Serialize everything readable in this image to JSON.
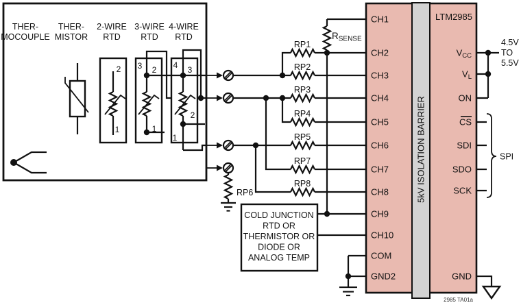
{
  "figure": {
    "caption": "2985 TA01a",
    "colors": {
      "ic_fill": "#e9bab0",
      "barrier_fill": "#d3d3d3",
      "line": "#111111"
    }
  },
  "sensors": {
    "types": [
      [
        "THER-",
        "MOCOUPLE"
      ],
      [
        "THER-",
        "MISTOR"
      ],
      [
        "2-WIRE",
        "RTD"
      ],
      [
        "3-WIRE",
        "RTD"
      ],
      [
        "4-WIRE",
        "RTD"
      ]
    ],
    "two_wire_terms": [
      "2",
      "1"
    ],
    "three_wire_terms": [
      "3",
      "2",
      "1"
    ],
    "four_wire_terms": [
      "4",
      "3",
      "2",
      "1"
    ]
  },
  "resistors": {
    "rp": [
      "RP1",
      "RP2",
      "RP3",
      "RP4",
      "RP5",
      "RP6",
      "RP7",
      "RP8"
    ],
    "rsense": {
      "base": "R",
      "sub": "SENSE"
    }
  },
  "cold_junction": {
    "lines": [
      "COLD JUNCTION",
      "RTD OR",
      "THERMISTOR OR",
      "DIODE OR",
      "ANALOG TEMP"
    ]
  },
  "ic": {
    "name": "LTM2985",
    "barrier": "5kV ISOLATION BARRIER",
    "left_pins": [
      "CH1",
      "CH2",
      "CH3",
      "CH4",
      "CH5",
      "CH6",
      "CH7",
      "CH8",
      "CH9",
      "CH10",
      "COM",
      "GND2"
    ],
    "right": {
      "vcc": {
        "base": "V",
        "sub": "CC"
      },
      "vl": {
        "base": "V",
        "sub": "L"
      },
      "on": "ON",
      "cs": "CS",
      "sdi": "SDI",
      "sdo": "SDO",
      "sck": "SCK",
      "gnd": "GND"
    }
  },
  "supply": {
    "lines": [
      "4.5V",
      "TO",
      "5.5V"
    ]
  },
  "spi_label": "SPI"
}
